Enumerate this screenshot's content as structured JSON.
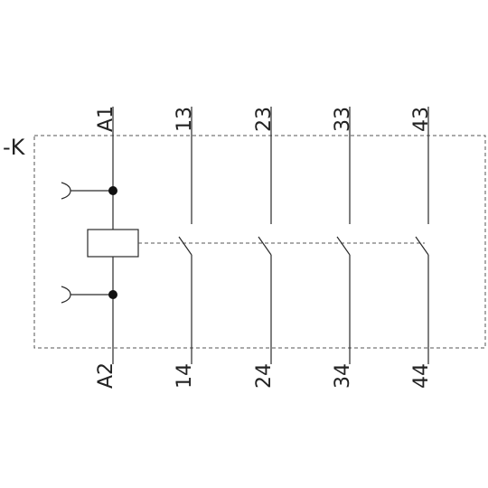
{
  "device_label": "-K",
  "coil": {
    "top_terminal": "A1",
    "bottom_terminal": "A2"
  },
  "contacts": [
    {
      "top": "13",
      "bottom": "14"
    },
    {
      "top": "23",
      "bottom": "24"
    },
    {
      "top": "33",
      "bottom": "34"
    },
    {
      "top": "43",
      "bottom": "44"
    }
  ]
}
